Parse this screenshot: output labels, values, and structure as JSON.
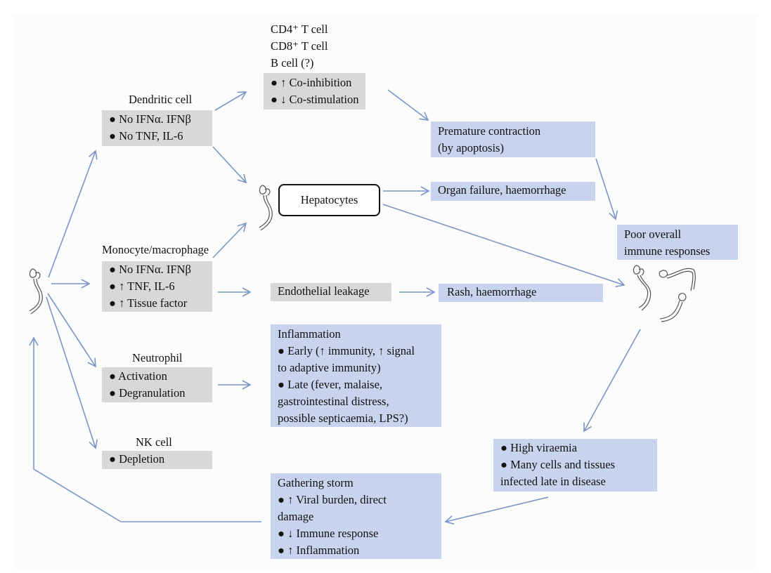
{
  "colors": {
    "arrow": "#7b95c6",
    "gray_box": "#d8d8d8",
    "blue_box": "#c8d4ed"
  },
  "tcells": {
    "labels": [
      "CD4⁺ T cell",
      "CD8⁺ T cell",
      "B cell (?)"
    ],
    "box": [
      "● ↑ Co-inhibition",
      "● ↓ Co-stimulation"
    ]
  },
  "dendritic": {
    "title": "Dendritic cell",
    "box": [
      "● No IFNα. IFNβ",
      "● No TNF, IL-6"
    ]
  },
  "monocyte": {
    "title": "Monocyte/macrophage",
    "box": [
      "● No IFNα. IFNβ",
      "● ↑ TNF, IL-6",
      "● ↑ Tissue factor"
    ]
  },
  "neutrophil": {
    "title": "Neutrophil",
    "box": [
      "● Activation",
      "● Degranulation"
    ]
  },
  "nk": {
    "title": "NK cell",
    "box": [
      "● Depletion"
    ]
  },
  "hepatocytes": "Hepatocytes",
  "endothelial": "Endothelial leakage",
  "premature": [
    "Premature contraction",
    "(by apoptosis)"
  ],
  "organ_failure": "Organ failure, haemorrhage",
  "rash": "Rash, haemorrhage",
  "poor_immune": [
    "Poor overall",
    "immune responses"
  ],
  "inflammation": [
    "Inflammation",
    "● Early (↑ immunity, ↑ signal",
    "to adaptive immunity)",
    "● Late (fever, malaise,",
    "gastrointestinal distress,",
    "possible septicaemia, LPS?)"
  ],
  "viraemia": [
    "● High viraemia",
    "● Many cells and tissues",
    "infected late in disease"
  ],
  "storm": [
    "Gathering storm",
    "● ↑ Viral burden, direct",
    "damage",
    "● ↓ Immune response",
    "● ↑ Inflammation"
  ],
  "icons": {
    "virus": "ebola-virus-sketch"
  }
}
